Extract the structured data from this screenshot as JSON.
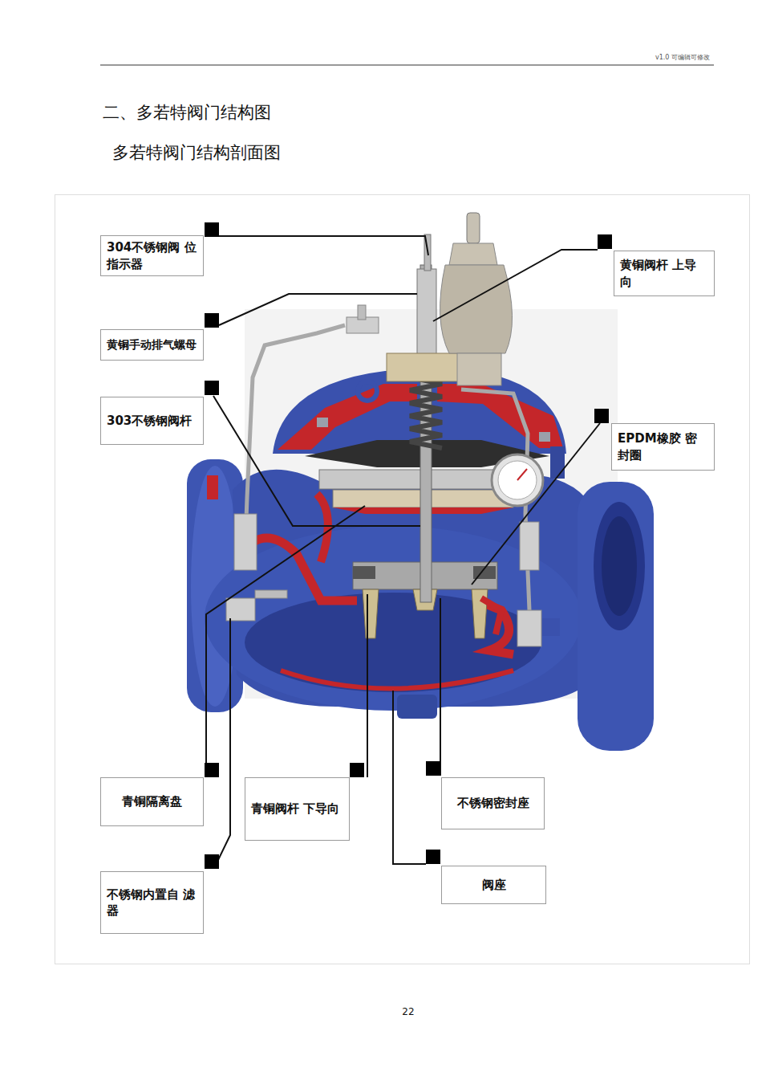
{
  "diagram": {
    "title": "二、多若特阀门结构图",
    "nodes": [
      {
        "text": [
          "304不锈钢阀 位指示器"
        ]
      },
      {
        "text": [
          "黄铜阀杆 上导向"
        ]
      },
      {
        "text": [
          "黄铜手动排气螺母"
        ]
      },
      {
        "text": [
          "303不锈钢阀杆"
        ]
      },
      {
        "text": [
          "EPDM橡胶 密封圈"
        ]
      },
      {
        "text": [
          "青铜隔离盘"
        ]
      },
      {
        "text": [
          "青铜阀杆 下导向"
        ]
      },
      {
        "text": [
          "不锈钢密封座"
        ]
      },
      {
        "text": [
          "阀座"
        ]
      },
      {
        "text": [
          "不锈钢内置自 滤器"
        ]
      }
    ],
    "labels": [
      "v1.0 可编辑可修改",
      "多若特阀门结构剖面图",
      "22"
    ]
  }
}
